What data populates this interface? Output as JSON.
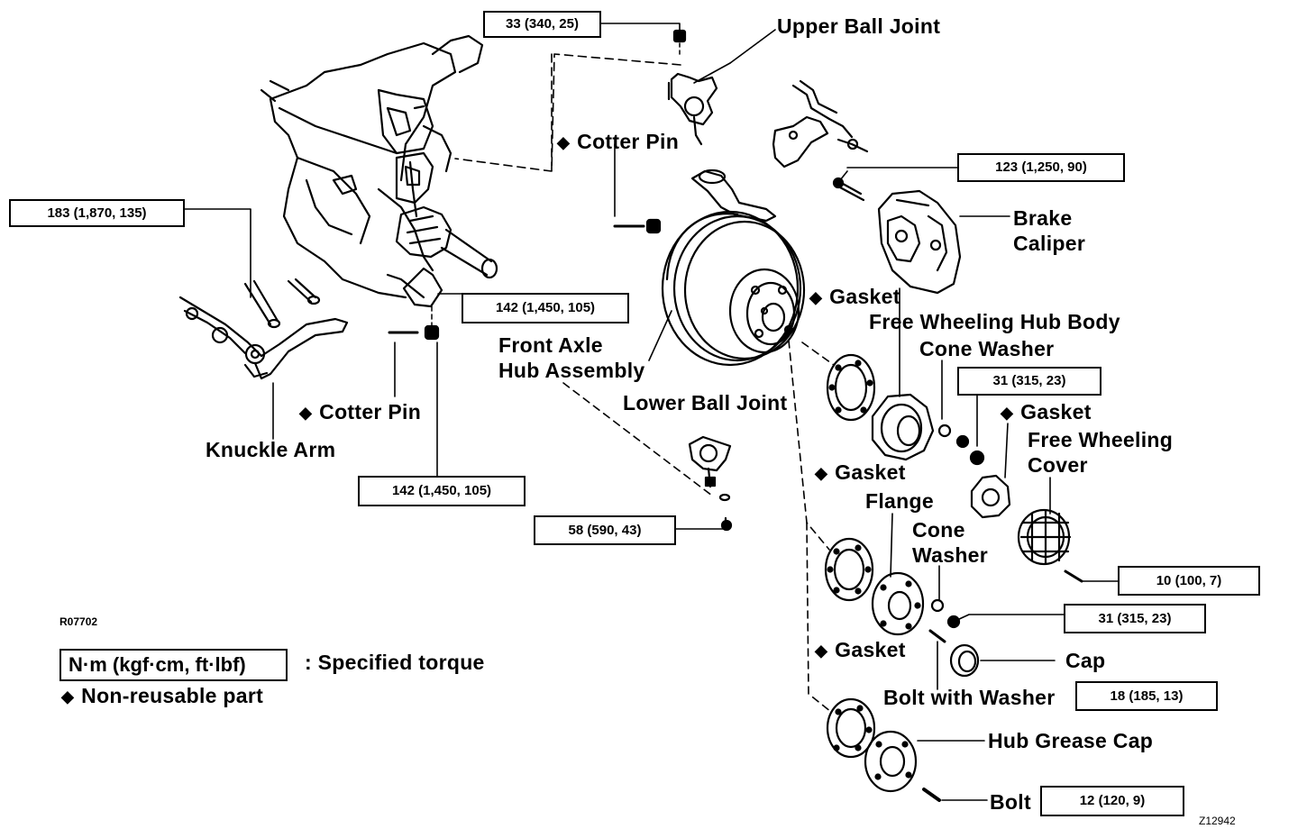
{
  "diagram": {
    "torque_specs": {
      "upper_ball_joint_nut": "33 (340, 25)",
      "knuckle_arm_bolt": "183 (1,870, 135)",
      "brake_caliper_bolt": "123 (1,250, 90)",
      "knuckle_nut_upper": "142 (1,450, 105)",
      "knuckle_nut_lower": "142 (1,450, 105)",
      "lower_ball_joint_nut": "58 (590, 43)",
      "cone_washer_nut_1": "31 (315, 23)",
      "cover_bolt": "10 (100, 7)",
      "cone_washer_nut_2": "31 (315, 23)",
      "bolt_with_washer": "18 (185, 13)",
      "grease_cap_bolt": "12 (120, 9)"
    },
    "labels": {
      "upper_ball_joint": "Upper Ball Joint",
      "cotter_pin_upper": "Cotter Pin",
      "brake_caliper_line1": "Brake",
      "brake_caliper_line2": "Caliper",
      "gasket_1": "Gasket",
      "free_wheeling_hub_body": "Free Wheeling Hub Body",
      "cone_washer_1": "Cone Washer",
      "front_axle_hub_line1": "Front Axle",
      "front_axle_hub_line2": "Hub Assembly",
      "lower_ball_joint": "Lower Ball Joint",
      "gasket_2": "Gasket",
      "free_wheeling_cover_line1": "Free Wheeling",
      "free_wheeling_cover_line2": "Cover",
      "cotter_pin_lower": "Cotter Pin",
      "knuckle_arm": "Knuckle Arm",
      "gasket_3": "Gasket",
      "flange": "Flange",
      "cone_washer_2_line1": "Cone",
      "cone_washer_2_line2": "Washer",
      "gasket_4": "Gasket",
      "cap": "Cap",
      "bolt_with_washer": "Bolt with Washer",
      "hub_grease_cap": "Hub Grease Cap",
      "bolt": "Bolt"
    },
    "codes": {
      "figure_code": "R07702",
      "drawing_number": "Z12942"
    },
    "legend": {
      "torque_units": "N·m (kgf·cm, ft·lbf)",
      "torque_text": ":  Specified torque",
      "non_reusable": "Non-reusable part"
    },
    "symbols": {
      "non_reusable_marker": "◆"
    }
  }
}
